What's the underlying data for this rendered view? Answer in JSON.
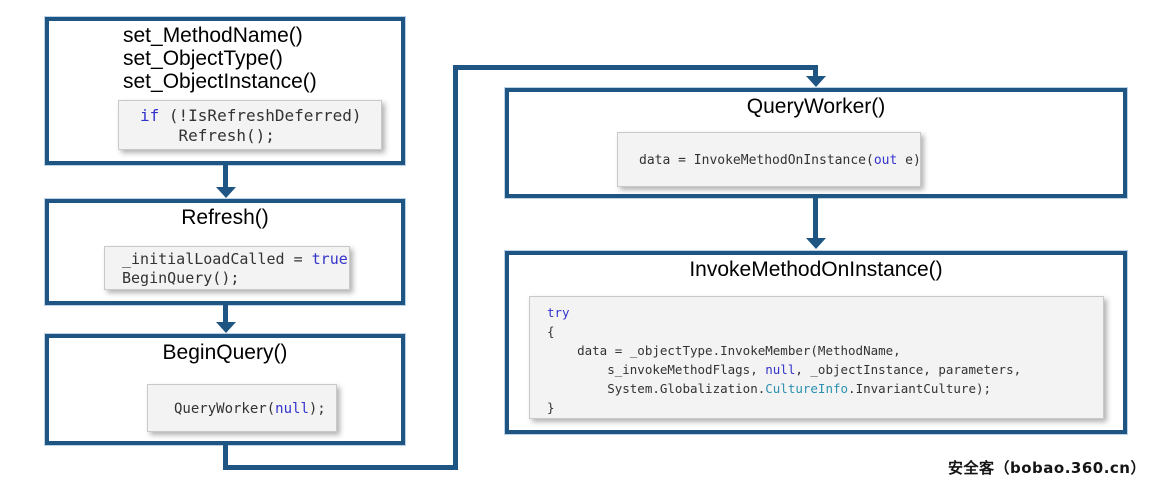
{
  "diagram": {
    "colors": {
      "border": "#1F5582",
      "keyword": "#3333CC",
      "type": "#2B91AF",
      "code_text": "#333333"
    }
  },
  "watermark": {
    "text": "安全客（bobao.360.cn）"
  },
  "boxes": [
    {
      "id": "setters",
      "titles": [
        "set_MethodName()",
        "set_ObjectType()",
        "set_ObjectInstance()"
      ],
      "code": [
        [
          {
            "t": "if",
            "c": "kw"
          },
          {
            "t": " (!IsRefreshDeferred)",
            "c": ""
          }
        ],
        [
          {
            "t": "    Refresh();",
            "c": ""
          }
        ]
      ]
    },
    {
      "id": "refresh",
      "titles": [
        "Refresh()"
      ],
      "code": [
        [
          {
            "t": "_initialLoadCalled = ",
            "c": ""
          },
          {
            "t": "true",
            "c": "kw"
          },
          {
            "t": ";",
            "c": ""
          }
        ],
        [
          {
            "t": "BeginQuery();",
            "c": ""
          }
        ]
      ]
    },
    {
      "id": "beginquery",
      "titles": [
        "BeginQuery()"
      ],
      "code": [
        [
          {
            "t": "QueryWorker(",
            "c": ""
          },
          {
            "t": "null",
            "c": "kw"
          },
          {
            "t": ");",
            "c": ""
          }
        ]
      ]
    },
    {
      "id": "queryworker",
      "titles": [
        "QueryWorker()"
      ],
      "code": [
        [
          {
            "t": "data = InvokeMethodOnInstance(",
            "c": ""
          },
          {
            "t": "out",
            "c": "kw"
          },
          {
            "t": " e);",
            "c": ""
          }
        ]
      ]
    },
    {
      "id": "invoke",
      "titles": [
        "InvokeMethodOnInstance()"
      ],
      "code": [
        [
          {
            "t": "try",
            "c": "kw"
          }
        ],
        [
          {
            "t": "{",
            "c": ""
          }
        ],
        [
          {
            "t": "    data = _objectType.InvokeMember(MethodName,",
            "c": ""
          }
        ],
        [
          {
            "t": "        s_invokeMethodFlags, ",
            "c": ""
          },
          {
            "t": "null",
            "c": "kw"
          },
          {
            "t": ", _objectInstance, parameters,",
            "c": ""
          }
        ],
        [
          {
            "t": "        System.Globalization.",
            "c": ""
          },
          {
            "t": "CultureInfo",
            "c": "type"
          },
          {
            "t": ".InvariantCulture);",
            "c": ""
          }
        ],
        [
          {
            "t": "}",
            "c": ""
          }
        ]
      ]
    }
  ]
}
